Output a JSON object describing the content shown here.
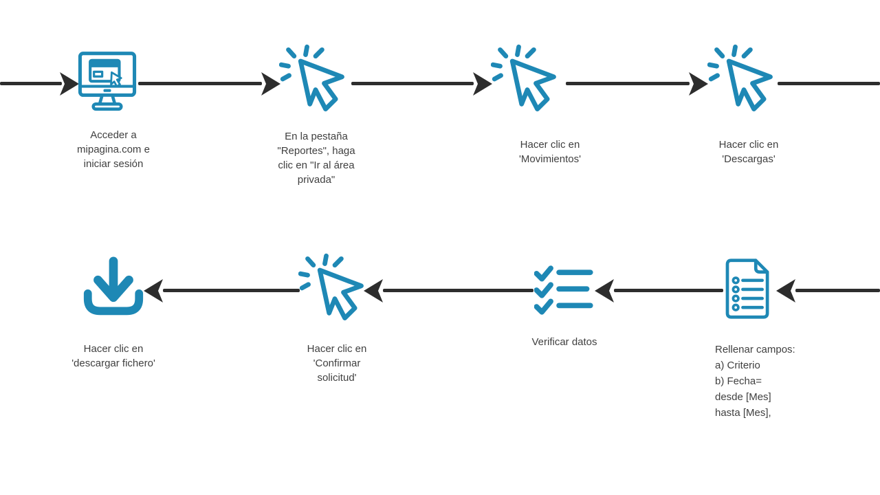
{
  "palette": {
    "accent": "#1e88b5",
    "arrow": "#2d2d2d",
    "text": "#3f3f3f",
    "background": "#ffffff"
  },
  "diagram": {
    "type": "flowchart",
    "language": "es",
    "rows": [
      {
        "direction": "left-to-right",
        "step_indexes": [
          0,
          1,
          2,
          3
        ]
      },
      {
        "direction": "right-to-left",
        "step_indexes": [
          4,
          5,
          6,
          7
        ]
      }
    ]
  },
  "steps": [
    {
      "icon": "monitor-click-icon",
      "caption": "Acceder a\nmipagina.com e\niniciar sesión"
    },
    {
      "icon": "cursor-click-icon",
      "caption": "En la pestaña\n\"Reportes\", haga\nclic en \"Ir al área\nprivada\""
    },
    {
      "icon": "cursor-click-icon",
      "caption": "Hacer clic en\n'Movimientos'"
    },
    {
      "icon": "cursor-click-icon",
      "caption": "Hacer clic en\n'Descargas'"
    },
    {
      "icon": "document-list-icon",
      "caption": "Rellenar campos:\na) Criterio\nb) Fecha=\ndesde [Mes]\nhasta [Mes],"
    },
    {
      "icon": "checklist-icon",
      "caption": "Verificar datos"
    },
    {
      "icon": "cursor-click-icon",
      "caption": "Hacer clic en\n'Confirmar\nsolicitud'"
    },
    {
      "icon": "download-icon",
      "caption": "Hacer clic en\n'descargar fichero'"
    }
  ]
}
